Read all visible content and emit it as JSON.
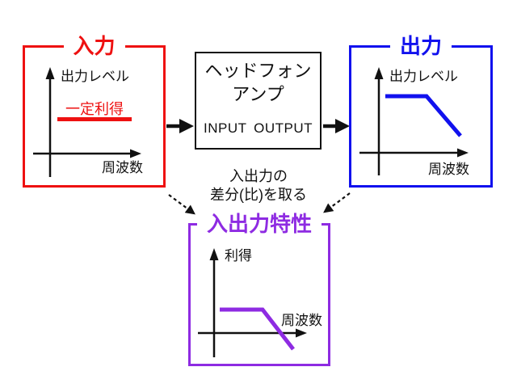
{
  "colors": {
    "input_red": "#ee1111",
    "output_blue": "#1111ee",
    "result_purple": "#8e2be2",
    "axis_black": "#111111",
    "background": "#ffffff"
  },
  "input_box": {
    "title": "入力",
    "y_axis_label": "出力レベル",
    "x_axis_label": "周波数",
    "gain_label": "一定利得"
  },
  "amp_box": {
    "name_line1": "ヘッドフォン",
    "name_line2": "アンプ",
    "port_in": "INPUT",
    "port_out": "OUTPUT"
  },
  "output_box": {
    "title": "出力",
    "y_axis_label": "出力レベル",
    "x_axis_label": "周波数"
  },
  "result_box": {
    "title": "入出力特性",
    "y_axis_label": "利得",
    "x_axis_label": "周波数"
  },
  "note": {
    "line1": "入出力の",
    "line2": "差分(比)を取る"
  }
}
